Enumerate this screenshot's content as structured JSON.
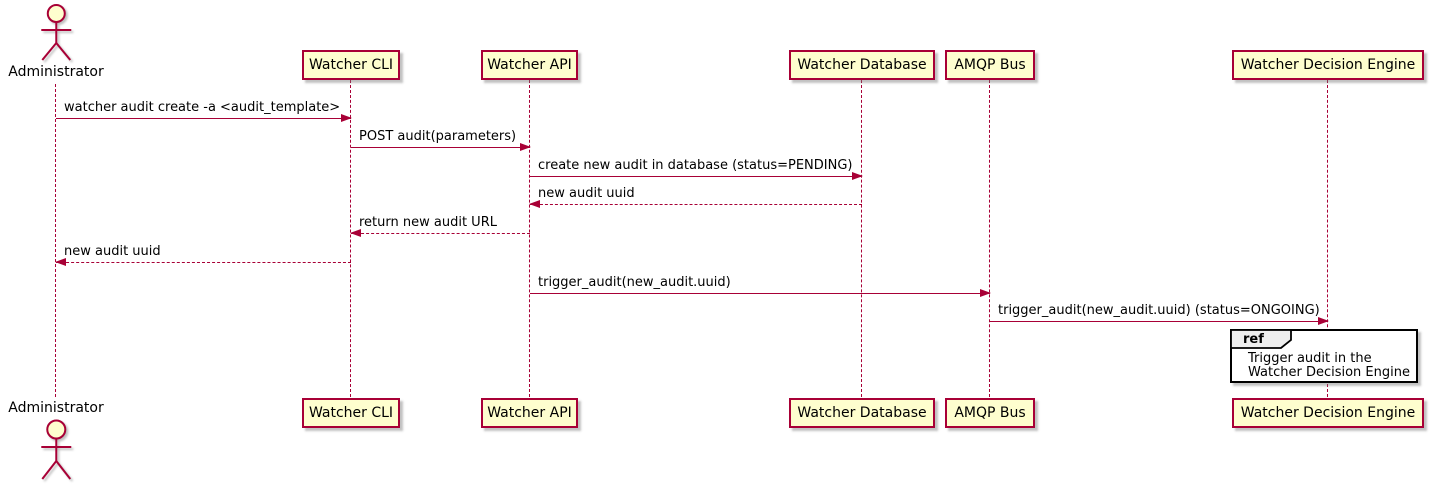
{
  "diagram": {
    "type": "sequence",
    "actor": {
      "name": "Administrator"
    },
    "participants": [
      {
        "label": "Watcher CLI"
      },
      {
        "label": "Watcher API"
      },
      {
        "label": "Watcher Database"
      },
      {
        "label": "AMQP Bus"
      },
      {
        "label": "Watcher Decision Engine"
      }
    ],
    "messages": [
      {
        "from": "Administrator",
        "to": "Watcher CLI",
        "text": "watcher audit create -a <audit_template>",
        "line": "solid"
      },
      {
        "from": "Watcher CLI",
        "to": "Watcher API",
        "text": "POST audit(parameters)",
        "line": "solid"
      },
      {
        "from": "Watcher API",
        "to": "Watcher Database",
        "text": "create new audit in database (status=PENDING)",
        "line": "solid"
      },
      {
        "from": "Watcher Database",
        "to": "Watcher API",
        "text": "new audit uuid",
        "line": "dashed"
      },
      {
        "from": "Watcher API",
        "to": "Watcher CLI",
        "text": "return new audit URL",
        "line": "dashed"
      },
      {
        "from": "Watcher CLI",
        "to": "Administrator",
        "text": "new audit uuid",
        "line": "dashed"
      },
      {
        "from": "Watcher API",
        "to": "AMQP Bus",
        "text": "trigger_audit(new_audit.uuid)",
        "line": "solid"
      },
      {
        "from": "AMQP Bus",
        "to": "Watcher Decision Engine",
        "text": "trigger_audit(new_audit.uuid) (status=ONGOING)",
        "line": "solid"
      }
    ],
    "ref": {
      "keyword": "ref",
      "lines": [
        "Trigger audit in the",
        "Watcher Decision Engine"
      ]
    },
    "colors": {
      "participant_fill": "#FEFECE",
      "participant_border": "#A80036",
      "arrow": "#A80036",
      "lifeline": "#A80036",
      "ref_border": "#000000",
      "ref_tab_fill": "#EEEEEE",
      "text": "#000000"
    }
  }
}
